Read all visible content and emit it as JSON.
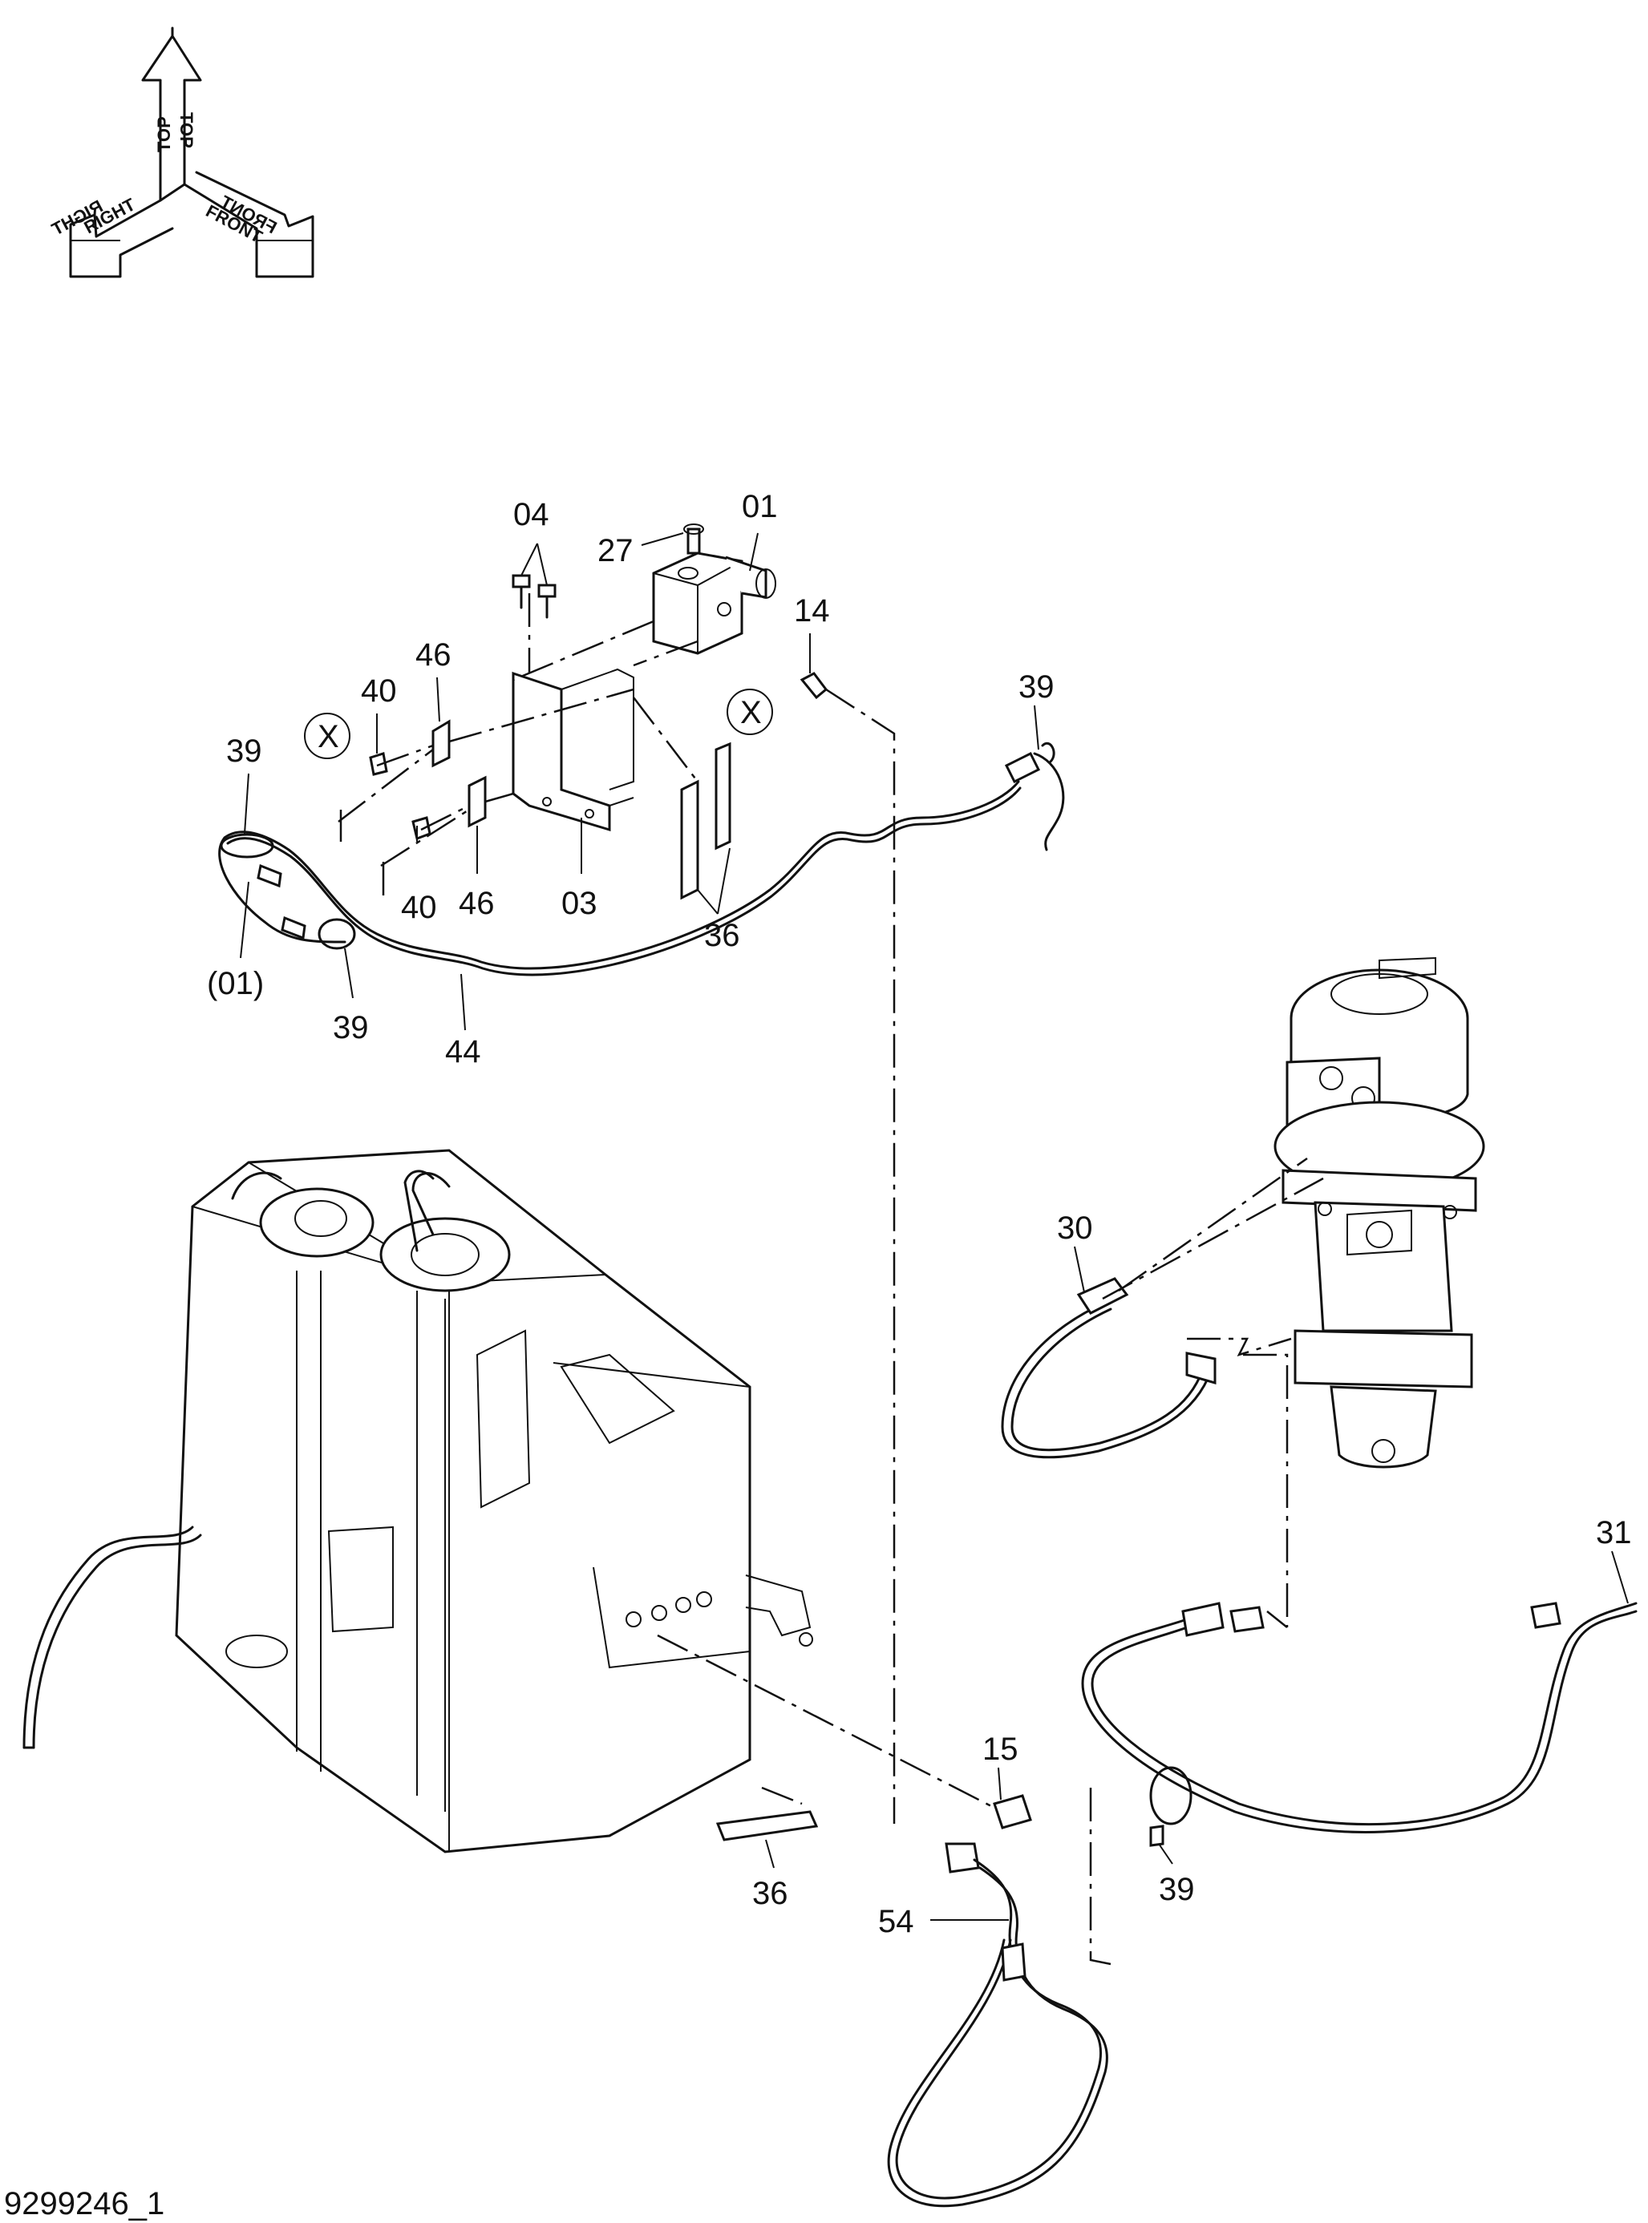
{
  "orientation": {
    "top": "TOP",
    "right": "RIGHT",
    "front": "FRONT"
  },
  "callouts": {
    "c04": "04",
    "c01": "01",
    "c27": "27",
    "c14": "14",
    "c39_right": "39",
    "c46_top": "46",
    "c40_top": "40",
    "cx_left": "X",
    "cx_right": "X",
    "c39_top": "39",
    "c40_bottom": "40",
    "c46_bottom": "46",
    "c03": "03",
    "c36_top": "36",
    "c01_paren": "(01)",
    "c39_bottom": "39",
    "c44": "44",
    "c30": "30",
    "c31": "31",
    "c15": "15",
    "c36_bottom": "36",
    "c54": "54",
    "c39_lower": "39"
  },
  "drawing_id": "9299246_1"
}
